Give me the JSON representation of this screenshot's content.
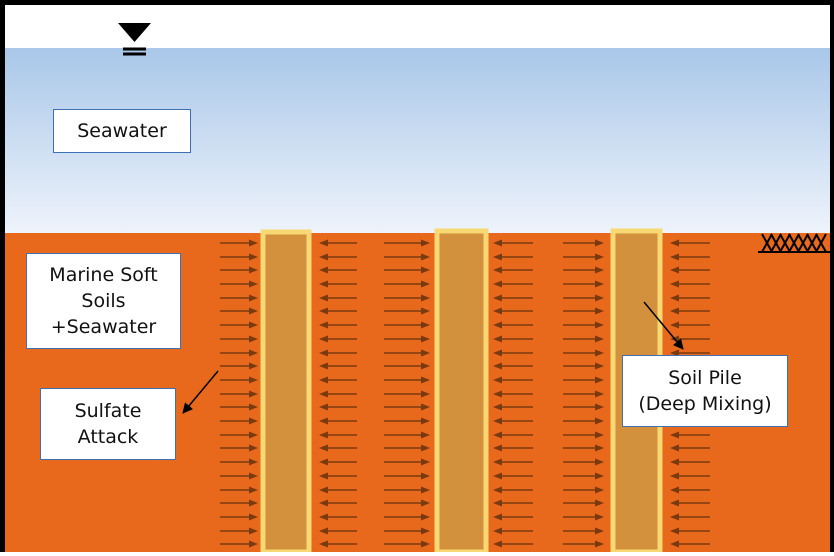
{
  "labels": {
    "seawater": "Seawater",
    "marine_soft_soils": "Marine Soft\nSoils\n+Seawater",
    "sulfate_attack": "Sulfate\nAttack",
    "soil_pile": "Soil Pile\n(Deep Mixing)"
  },
  "colors": {
    "sky": "#ffffff",
    "water_top": "#a9c7e9",
    "water_bottom": "#eef3fb",
    "soil": "#e8681c",
    "pile_fill": "#d4913d",
    "pile_border": "#f7d872",
    "arrow": "#7a3a10",
    "label_border": "#3f6fb5",
    "frame": "#000000"
  },
  "piles": 3,
  "icons": [
    "water-level-icon",
    "soil-hatch-icon"
  ]
}
